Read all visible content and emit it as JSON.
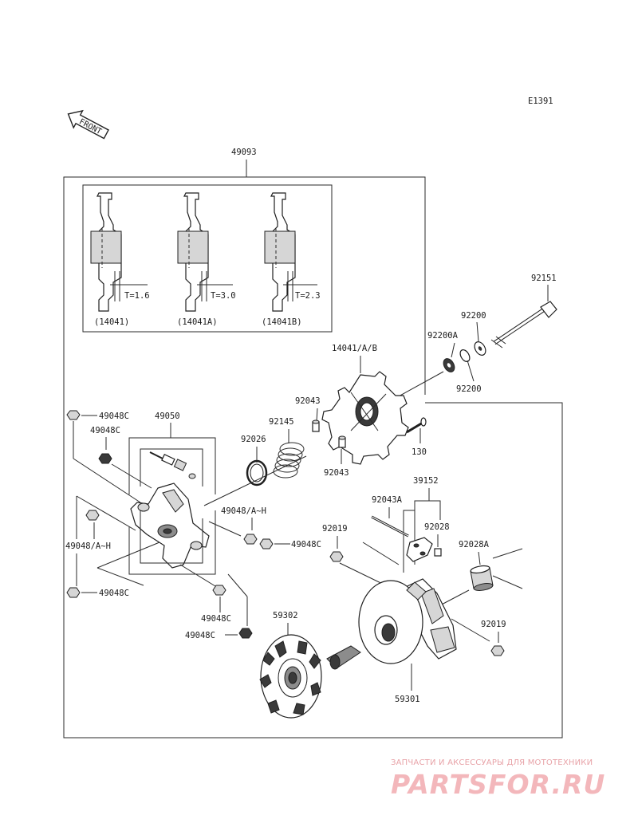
{
  "diagram_code": "E1391",
  "front_label": "FRONT",
  "labels": {
    "assembly": "49093",
    "weight_options": [
      "(14041)",
      "(14041A)",
      "(14041B)"
    ],
    "thickness": [
      "T=1.6",
      "T=3.0",
      "T=2.3"
    ],
    "spider": "14041/A/B",
    "bolt": "92151",
    "washer_upper": "92200",
    "washer_a": "92200A",
    "washer_lower": "92200",
    "pin_upper": "92043",
    "pin_lower": "92043",
    "spring": "92145",
    "o_ring": "92026",
    "screw": "130",
    "nut_top": "49048C",
    "nut_second": "49048C",
    "weight_assy": "49050",
    "nut_side_right": "49048/A~H",
    "nut_side_left": "49048/A~H",
    "nut_right": "49048C",
    "nut_bottom_left": "49048C",
    "nut_bottom_mid": "49048C",
    "nut_bottom_low": "49048C",
    "roller_kit": "39152",
    "pin_long": "92043A",
    "nut_right_side": "92019",
    "pin_small": "92028",
    "bushing": "92028A",
    "nut_lower_right": "92019",
    "fixed_sheave": "59302",
    "movable_sheave": "59301"
  },
  "watermark": {
    "caption": "ЗАПЧАСТИ И АКСЕССУАРЫ ДЛЯ МОТОТЕХНИКИ",
    "logo": "PARTSFOR.RU"
  }
}
